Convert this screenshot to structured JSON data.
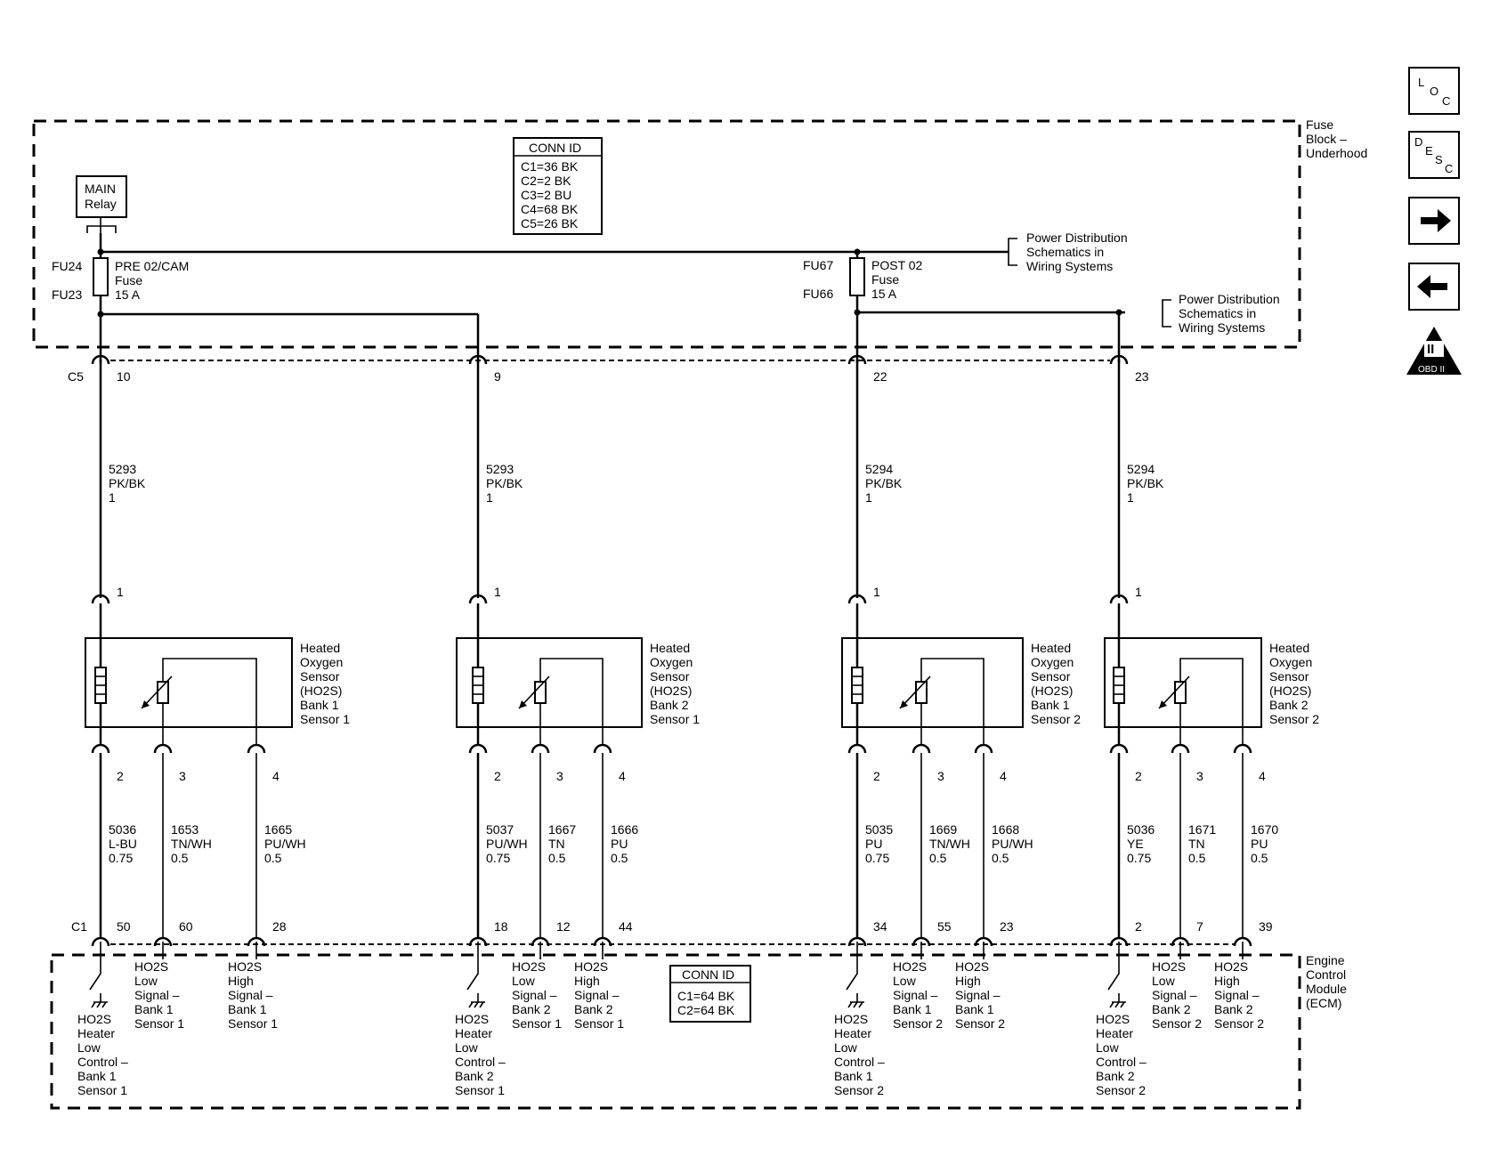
{
  "fuse_block": {
    "label": [
      "Fuse",
      "Block –",
      "Underhood"
    ]
  },
  "ecm": {
    "label": [
      "Engine",
      "Control",
      "Module",
      "(ECM)"
    ]
  },
  "main_relay": {
    "label": [
      "MAIN",
      "Relay"
    ]
  },
  "conn_id_top": {
    "title": "CONN ID",
    "lines": [
      "C1=36 BK",
      "C2=2 BK",
      "C3=2 BU",
      "C4=68 BK",
      "C5=26 BK"
    ]
  },
  "conn_id_bottom": {
    "title": "CONN ID",
    "lines": [
      "C1=64 BK",
      "C2=64 BK"
    ]
  },
  "fuse_left": {
    "ids": [
      "FU24",
      "FU23"
    ],
    "label": [
      "PRE 02/CAM",
      "Fuse",
      "15 A"
    ]
  },
  "fuse_right": {
    "ids": [
      "FU67",
      "FU66"
    ],
    "label": [
      "POST 02",
      "Fuse",
      "15 A"
    ]
  },
  "power_ref_1": [
    "Power Distribution",
    "Schematics in",
    "Wiring Systems"
  ],
  "power_ref_2": [
    "Power Distribution",
    "Schematics in",
    "Wiring Systems"
  ],
  "connectors": {
    "c5": "C5",
    "c1": "C1"
  },
  "nav": {
    "loc": [
      "L",
      "O",
      "C"
    ],
    "desc": [
      "D",
      "E",
      "S",
      "C"
    ],
    "obd": "OBD II",
    "obd_mark": "II"
  },
  "sensors": [
    {
      "feed_pin": "10",
      "feed_wire": [
        "5293",
        "PK/BK",
        "1"
      ],
      "sensor_pin": "1",
      "label": [
        "Heated",
        "Oxygen",
        "Sensor",
        "(HO2S)",
        "Bank 1",
        "Sensor 1"
      ],
      "pins": [
        "2",
        "3",
        "4"
      ],
      "wires": [
        [
          "5036",
          "L-BU",
          "0.75"
        ],
        [
          "1653",
          "TN/WH",
          "0.5"
        ],
        [
          "1665",
          "PU/WH",
          "0.5"
        ]
      ],
      "ecm_pins": [
        "50",
        "60",
        "28"
      ],
      "heater_label": [
        "HO2S",
        "Heater",
        "Low",
        "Control –",
        "Bank 1",
        "Sensor 1"
      ],
      "low_label": [
        "HO2S",
        "Low",
        "Signal –",
        "Bank 1",
        "Sensor 1"
      ],
      "high_label": [
        "HO2S",
        "High",
        "Signal –",
        "Bank 1",
        "Sensor 1"
      ]
    },
    {
      "feed_pin": "9",
      "feed_wire": [
        "5293",
        "PK/BK",
        "1"
      ],
      "sensor_pin": "1",
      "label": [
        "Heated",
        "Oxygen",
        "Sensor",
        "(HO2S)",
        "Bank 2",
        "Sensor 1"
      ],
      "pins": [
        "2",
        "3",
        "4"
      ],
      "wires": [
        [
          "5037",
          "PU/WH",
          "0.75"
        ],
        [
          "1667",
          "TN",
          "0.5"
        ],
        [
          "1666",
          "PU",
          "0.5"
        ]
      ],
      "ecm_pins": [
        "18",
        "12",
        "44"
      ],
      "heater_label": [
        "HO2S",
        "Heater",
        "Low",
        "Control –",
        "Bank 2",
        "Sensor 1"
      ],
      "low_label": [
        "HO2S",
        "Low",
        "Signal –",
        "Bank 2",
        "Sensor 1"
      ],
      "high_label": [
        "HO2S",
        "High",
        "Signal –",
        "Bank 2",
        "Sensor 1"
      ]
    },
    {
      "feed_pin": "22",
      "feed_wire": [
        "5294",
        "PK/BK",
        "1"
      ],
      "sensor_pin": "1",
      "label": [
        "Heated",
        "Oxygen",
        "Sensor",
        "(HO2S)",
        "Bank 1",
        "Sensor 2"
      ],
      "pins": [
        "2",
        "3",
        "4"
      ],
      "wires": [
        [
          "5035",
          "PU",
          "0.75"
        ],
        [
          "1669",
          "TN/WH",
          "0.5"
        ],
        [
          "1668",
          "PU/WH",
          "0.5"
        ]
      ],
      "ecm_pins": [
        "34",
        "55",
        "23"
      ],
      "heater_label": [
        "HO2S",
        "Heater",
        "Low",
        "Control –",
        "Bank 1",
        "Sensor 2"
      ],
      "low_label": [
        "HO2S",
        "Low",
        "Signal –",
        "Bank 1",
        "Sensor 2"
      ],
      "high_label": [
        "HO2S",
        "High",
        "Signal –",
        "Bank 1",
        "Sensor 2"
      ]
    },
    {
      "feed_pin": "23",
      "feed_wire": [
        "5294",
        "PK/BK",
        "1"
      ],
      "sensor_pin": "1",
      "label": [
        "Heated",
        "Oxygen",
        "Sensor",
        "(HO2S)",
        "Bank 2",
        "Sensor 2"
      ],
      "pins": [
        "2",
        "3",
        "4"
      ],
      "wires": [
        [
          "5036",
          "YE",
          "0.75"
        ],
        [
          "1671",
          "TN",
          "0.5"
        ],
        [
          "1670",
          "PU",
          "0.5"
        ]
      ],
      "ecm_pins": [
        "2",
        "7",
        "39"
      ],
      "heater_label": [
        "HO2S",
        "Heater",
        "Low",
        "Control –",
        "Bank 2",
        "Sensor 2"
      ],
      "low_label": [
        "HO2S",
        "Low",
        "Signal –",
        "Bank 2",
        "Sensor 2"
      ],
      "high_label": [
        "HO2S",
        "High",
        "Signal –",
        "Bank 2",
        "Sensor 2"
      ]
    }
  ]
}
